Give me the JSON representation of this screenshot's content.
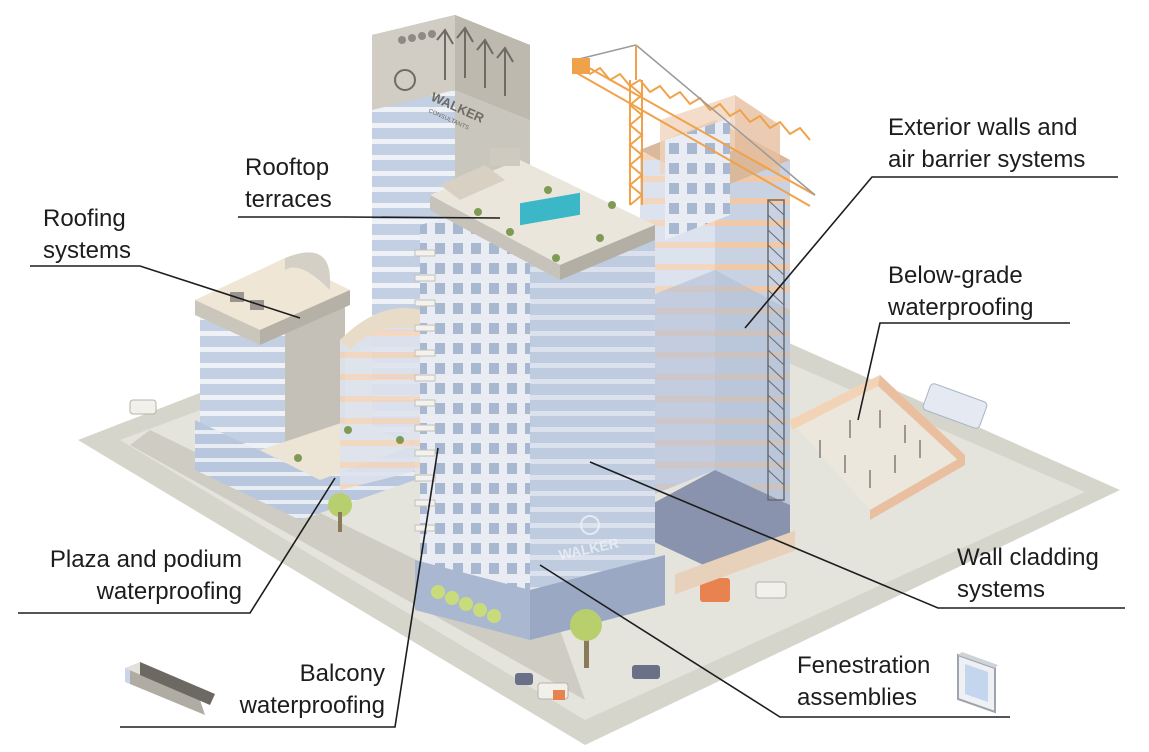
{
  "labels": {
    "rooftop_terraces": [
      "Rooftop",
      "terraces"
    ],
    "roofing_systems": [
      "Roofing",
      "systems"
    ],
    "exterior_walls": [
      "Exterior walls and",
      "air barrier systems"
    ],
    "below_grade": [
      "Below-grade",
      "waterproofing"
    ],
    "plaza_podium": [
      "Plaza and podium",
      "waterproofing"
    ],
    "wall_cladding": [
      "Wall cladding",
      "systems"
    ],
    "balcony": [
      "Balcony",
      "waterproofing"
    ],
    "fenestration": [
      "Fenestration",
      "assemblies"
    ]
  },
  "signage": {
    "brand": "WALKER",
    "sub": "CONSULTANTS"
  },
  "colors": {
    "ground": "#d9d8cf",
    "street": "#cfcec5",
    "facade_blue": "#b8c6dc",
    "facade_light": "#e6ebf2",
    "concrete": "#c7c3ba",
    "accent_orange": "#f2a65a",
    "crane": "#f0a24a",
    "pool": "#3bb7c8",
    "line": "#1d1d1d"
  }
}
